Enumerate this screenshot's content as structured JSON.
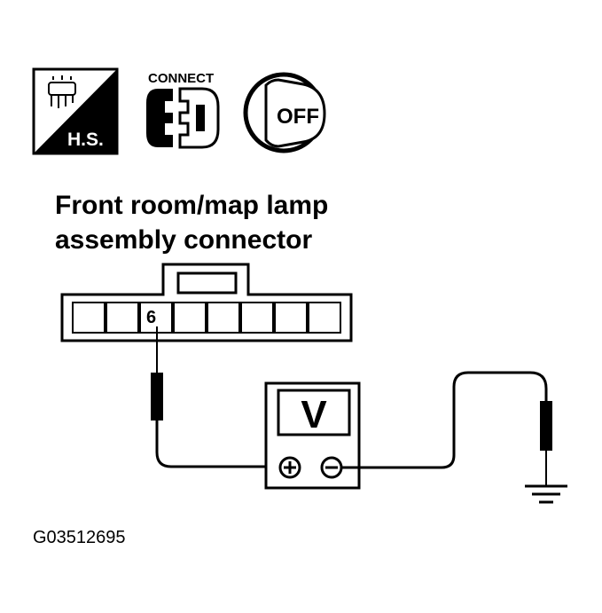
{
  "icons": {
    "hand_symbol": {
      "label": "H.S.",
      "icon": "hand-symbol-icon"
    },
    "connect": {
      "label": "CONNECT",
      "icon": "connector-icon"
    },
    "ignition": {
      "label": "OFF",
      "icon": "ignition-key-icon"
    }
  },
  "connector": {
    "title_line1": "Front room/map lamp",
    "title_line2": "assembly connector",
    "pin_label": "6"
  },
  "meter": {
    "symbol": "V",
    "positive": "+",
    "negative": "−"
  },
  "figure_id": "G03512695"
}
